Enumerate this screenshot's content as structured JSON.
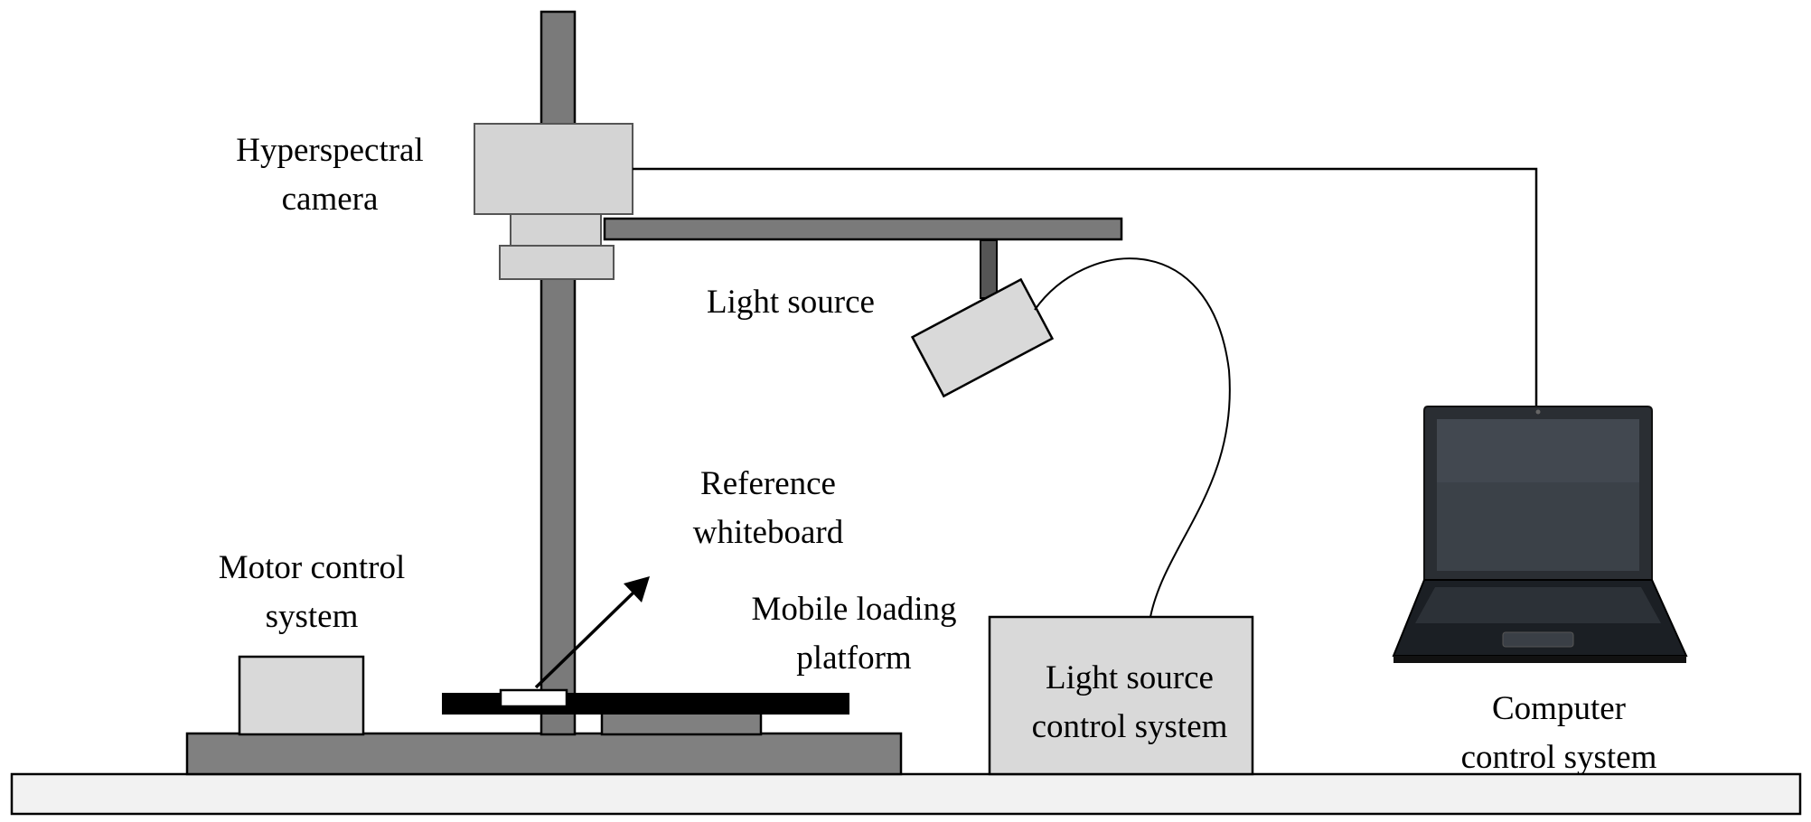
{
  "labels": {
    "hyperspectral_camera": [
      "Hyperspectral",
      "camera"
    ],
    "light_source": [
      "Light source"
    ],
    "reference_whiteboard": [
      "Reference",
      "whiteboard"
    ],
    "motor_control_system": [
      "Motor control",
      "system"
    ],
    "mobile_loading_platform": [
      "Mobile loading",
      "platform"
    ],
    "light_source_control_system": [
      "Light source",
      "control system"
    ],
    "computer_control_system": [
      "Computer",
      "control system"
    ]
  },
  "colors": {
    "stroke": "#000000",
    "column_gray": "#7a7a7a",
    "base_gray": "#808080",
    "box_gray": "#d9d9d9",
    "camera_gray": "#d4d4d4",
    "floor": "#f2f2f2",
    "platform": "#000000",
    "laptop_dark": "#1b1f24"
  },
  "icons": {
    "laptop": "laptop-icon",
    "camera": "camera-icon",
    "lamp": "lamp-icon",
    "arrow": "arrow-icon"
  }
}
